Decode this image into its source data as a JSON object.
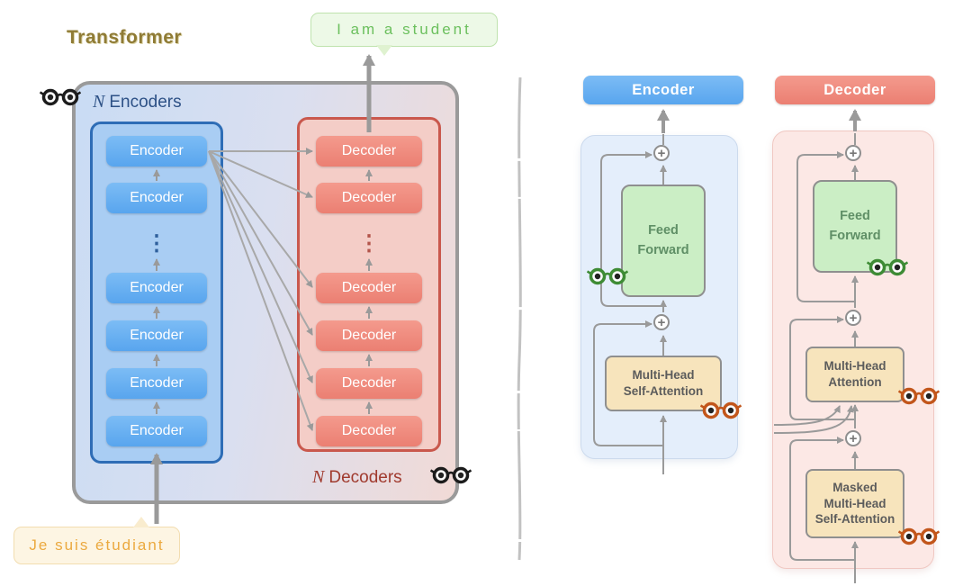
{
  "title": "Transformer",
  "bubbles": {
    "output": "I am a student",
    "input": "Je suis étudiant"
  },
  "left": {
    "encoders_label": {
      "n": "N",
      "text": "Encoders"
    },
    "decoders_label": {
      "n": "N",
      "text": "Decoders"
    },
    "encoder_blocks": [
      "Encoder",
      "Encoder",
      "Encoder",
      "Encoder",
      "Encoder",
      "Encoder"
    ],
    "decoder_blocks": [
      "Decoder",
      "Decoder",
      "Decoder",
      "Decoder",
      "Decoder",
      "Decoder"
    ],
    "ellipsis": "⋮"
  },
  "right": {
    "encoder": {
      "header": "Encoder",
      "feed_forward": "Feed\nForward",
      "self_attention": "Multi-Head\nSelf-Attention"
    },
    "decoder": {
      "header": "Decoder",
      "feed_forward": "Feed\nForward",
      "attention": "Multi-Head\nAttention",
      "masked_attention": "Masked\nMulti-Head\nSelf-Attention"
    },
    "plus": "+"
  },
  "icons": {
    "encoders_glasses": "black-glasses-icon",
    "decoders_glasses": "black-glasses-icon",
    "encoder_ff_glasses": "green-glasses-icon",
    "encoder_attention_glasses": "orange-glasses-icon",
    "decoder_ff_glasses": "green-glasses-icon",
    "decoder_attention_glasses": "orange-glasses-icon",
    "decoder_masked_glasses": "orange-glasses-icon"
  },
  "colors": {
    "encoder_blue": "#63a9ef",
    "decoder_red": "#ee8a7e",
    "feed_forward_green": "#cbeec5",
    "attention_tan": "#f7e4bc",
    "arrow_gray": "#9a9a9a"
  }
}
